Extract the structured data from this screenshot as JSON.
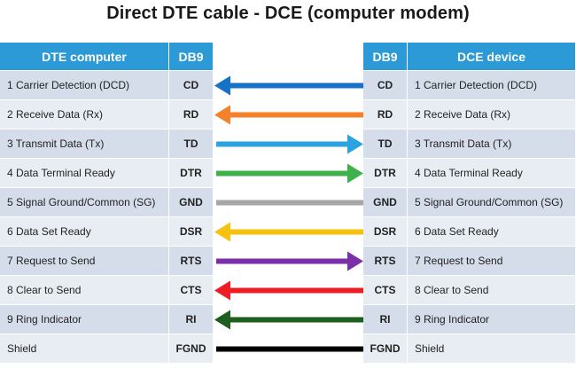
{
  "title": "Direct DTE cable - DCE (computer modem)",
  "headers": {
    "dte_computer": "DTE computer",
    "dte_db9": "DB9",
    "dce_db9": "DB9",
    "dce_device": "DCE device"
  },
  "rows": [
    {
      "dte_desc": "1 Carrier Detection (DCD)",
      "dte_pin": "CD",
      "dce_pin": "CD",
      "dce_desc": "1 Carrier Detection (DCD)",
      "direction": "left",
      "color": "#1672c4"
    },
    {
      "dte_desc": "2 Receive Data (Rx)",
      "dte_pin": "RD",
      "dce_pin": "RD",
      "dce_desc": "2 Receive Data (Rx)",
      "direction": "left",
      "color": "#f5822a"
    },
    {
      "dte_desc": "3 Transmit Data (Tx)",
      "dte_pin": "TD",
      "dce_pin": "TD",
      "dce_desc": "3 Transmit Data (Tx)",
      "direction": "right",
      "color": "#2aa3e0"
    },
    {
      "dte_desc": "4 Data Terminal Ready",
      "dte_pin": "DTR",
      "dce_pin": "DTR",
      "dce_desc": "4 Data Terminal Ready",
      "direction": "right",
      "color": "#3fb14a"
    },
    {
      "dte_desc": "5 Signal Ground/Common  (SG)",
      "dte_pin": "GND",
      "dce_pin": "GND",
      "dce_desc": "5 Signal Ground/Common  (SG)",
      "direction": "none",
      "color": "#a6a6a6"
    },
    {
      "dte_desc": "6 Data Set Ready",
      "dte_pin": "DSR",
      "dce_pin": "DSR",
      "dce_desc": "6 Data Set Ready",
      "direction": "left",
      "color": "#f7c20f"
    },
    {
      "dte_desc": "7 Request to Send",
      "dte_pin": "RTS",
      "dce_pin": "RTS",
      "dce_desc": "7 Request to Send",
      "direction": "right",
      "color": "#7b2fa8"
    },
    {
      "dte_desc": "8 Clear to Send",
      "dte_pin": "CTS",
      "dce_pin": "CTS",
      "dce_desc": "8 Clear to Send",
      "direction": "left",
      "color": "#ee1c23"
    },
    {
      "dte_desc": "9 Ring Indicator",
      "dte_pin": "RI",
      "dce_pin": "RI",
      "dce_desc": "9 Ring Indicator",
      "direction": "left",
      "color": "#1e5e1e"
    },
    {
      "dte_desc": "Shield",
      "dte_pin": "FGND",
      "dce_pin": "FGND",
      "dce_desc": "Shield",
      "direction": "none",
      "color": "#000000"
    }
  ]
}
